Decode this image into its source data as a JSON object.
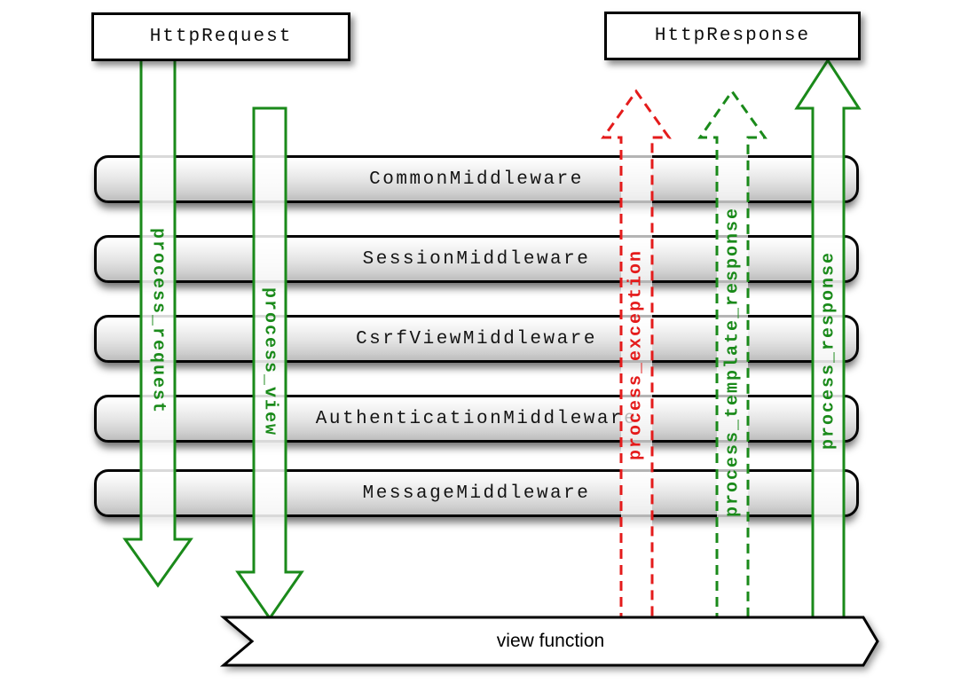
{
  "colors": {
    "green": "#1a8a1a",
    "red": "#e41b1b",
    "black": "#000000"
  },
  "boxes": {
    "request": "HttpRequest",
    "response": "HttpResponse"
  },
  "middleware": [
    {
      "label": "CommonMiddleware"
    },
    {
      "label": "SessionMiddleware"
    },
    {
      "label": "CsrfViewMiddleware"
    },
    {
      "label": "AuthenticationMiddleware"
    },
    {
      "label": "MessageMiddleware"
    }
  ],
  "arrows": [
    {
      "label": "process_request",
      "direction": "down",
      "style": "solid",
      "color": "#1a8a1a"
    },
    {
      "label": "process_view",
      "direction": "down",
      "style": "solid",
      "color": "#1a8a1a"
    },
    {
      "label": "process_exception",
      "direction": "up",
      "style": "dashed",
      "color": "#e41b1b"
    },
    {
      "label": "process_template_response",
      "direction": "up",
      "style": "dashed",
      "color": "#1a8a1a"
    },
    {
      "label": "process_response",
      "direction": "up",
      "style": "solid",
      "color": "#1a8a1a"
    }
  ],
  "view_function": {
    "label": "view function"
  }
}
